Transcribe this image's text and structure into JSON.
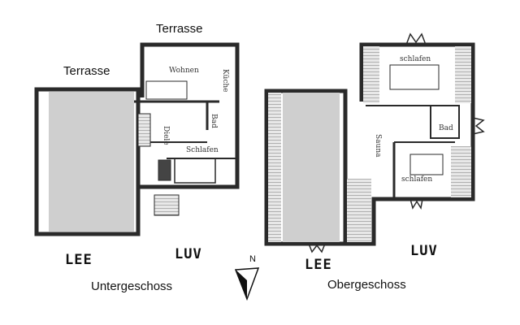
{
  "plans": {
    "ground": {
      "title": "Untergeschoss",
      "terrace_left": "Terrasse",
      "terrace_top": "Terrasse",
      "lee": "LEE",
      "luv": "LUV",
      "rooms": {
        "living": "Wohnen",
        "kitchen": "Küche",
        "bath": "Bad",
        "hall": "Diele",
        "bedroom": "Schlafen"
      }
    },
    "upper": {
      "title": "Obergeschoss",
      "lee": "LEE",
      "luv": "LUV",
      "rooms": {
        "bedroom_top": "schlafen",
        "bedroom_bottom": "schlafen",
        "bath": "Bad",
        "sauna": "Sauna"
      }
    }
  },
  "compass": {
    "label": "N"
  },
  "colors": {
    "wall": "#2a2a2a",
    "shade": "#cfcfcf",
    "hatch": "#777777"
  }
}
